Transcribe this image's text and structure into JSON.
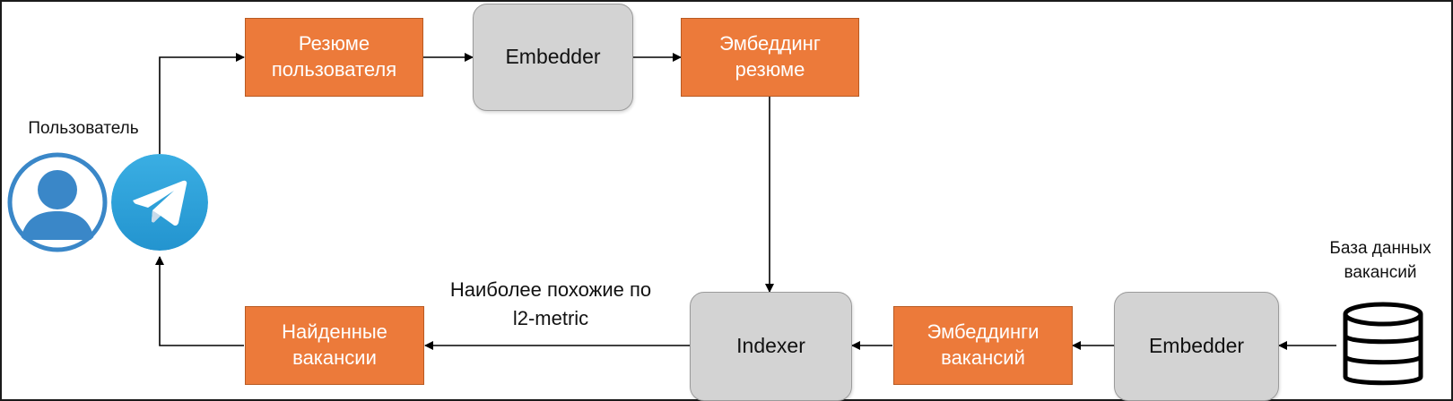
{
  "user": {
    "label": "Пользователь"
  },
  "nodes": {
    "resume": "Резюме пользователя",
    "embedder_top": "Embedder",
    "embedding_resume": "Эмбеддинг резюме",
    "indexer": "Indexer",
    "embeddings_vacancies": "Эмбеддинги вакансий",
    "embedder_bottom": "Embedder",
    "found_vacancies": "Найденные вакансии"
  },
  "edge_labels": {
    "most_similar": "Наиболее похожие по l2-metric"
  },
  "database": {
    "label": "База данных вакансий"
  },
  "icons": {
    "user": "user-avatar-icon",
    "telegram": "telegram-icon",
    "database": "database-icon"
  },
  "colors": {
    "orange_box": "#ec7a3a",
    "gray_box": "#d3d3d3",
    "telegram_blue": "#2e9fd9",
    "user_blue": "#3a87c8"
  }
}
